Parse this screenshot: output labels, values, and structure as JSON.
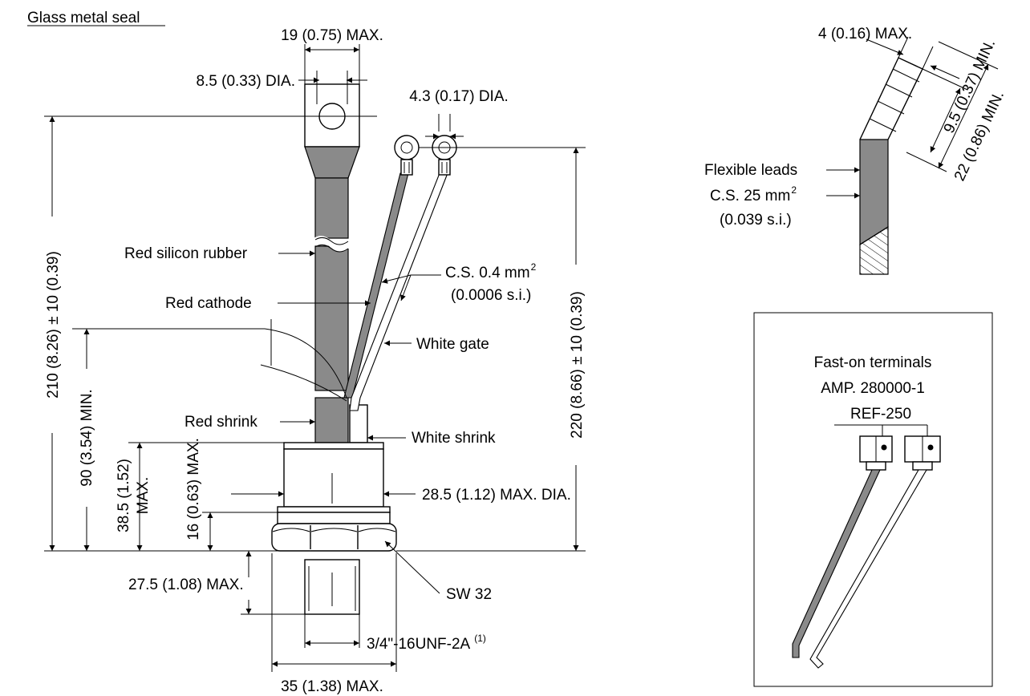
{
  "title": "Glass metal seal",
  "dimensions": {
    "top_width": "19 (0.75) MAX.",
    "hole_dia": "8.5 (0.33) DIA.",
    "terminal_dia": "4.3 (0.17) DIA.",
    "overall_length": "210 (8.26) ± 10 (0.39)",
    "lead_length": "220 (8.66) ± 10 (0.39)",
    "min_length": "90 (3.54) MIN.",
    "body_height_a": "38.5 (1.52)",
    "body_height_b": "MAX.",
    "flange_height": "16 (0.63) MAX.",
    "body_dia": "28.5 (1.12) MAX. DIA.",
    "thread_length": "27.5 (1.08) MAX.",
    "hex": "SW 32",
    "thread": "3/4\"-16UNF-2A",
    "thread_note": "(1)",
    "overall_width": "35 (1.38) MAX."
  },
  "labels": {
    "red_silicon_rubber": "Red silicon rubber",
    "red_cathode": "Red cathode",
    "cs_small_a": "C.S. 0.4 mm",
    "cs_small_sup": "2",
    "cs_small_b": "(0.0006 s.i.)",
    "white_gate": "White gate",
    "red_shrink": "Red shrink",
    "white_shrink": "White shrink"
  },
  "detail_lead": {
    "max_thickness": "4 (0.16) MAX.",
    "min_a": "9.5 (0.37) MIN.",
    "min_b": "22 (0.86) MIN.",
    "flexible_leads": "Flexible leads",
    "cs_large_a": "C.S. 25 mm",
    "cs_large_sup": "2",
    "cs_large_b": "(0.039 s.i.)"
  },
  "detail_terminals": {
    "line1": "Fast-on terminals",
    "line2": "AMP. 280000-1",
    "line3": "REF-250"
  },
  "colors": {
    "lead_gray": "#8a8a8a",
    "line": "#000000",
    "background": "#ffffff"
  }
}
